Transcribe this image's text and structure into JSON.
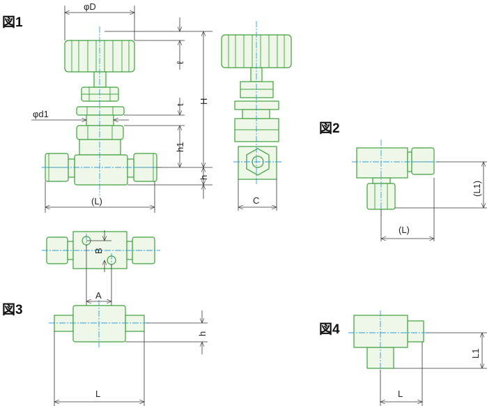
{
  "figures": {
    "fig1": {
      "label": "図1",
      "dims": {
        "phi_D": "φD",
        "ell": "ℓ",
        "H": "H",
        "t": "t",
        "phi_d1": "φd1",
        "h1": "h1",
        "h": "h",
        "L": "(L)",
        "C": "C",
        "B": "B",
        "A": "A"
      }
    },
    "fig2": {
      "label": "図2",
      "dims": {
        "L1": "(L1)",
        "L": "(L)"
      }
    },
    "fig3": {
      "label": "図3",
      "dims": {
        "h": "h",
        "L": "L"
      }
    },
    "fig4": {
      "label": "図4",
      "dims": {
        "L1": "L1",
        "L": "L"
      }
    }
  },
  "colors": {
    "outline": "#3ea03e",
    "fill": "#eef7e8",
    "centerline": "#2f9be0"
  }
}
